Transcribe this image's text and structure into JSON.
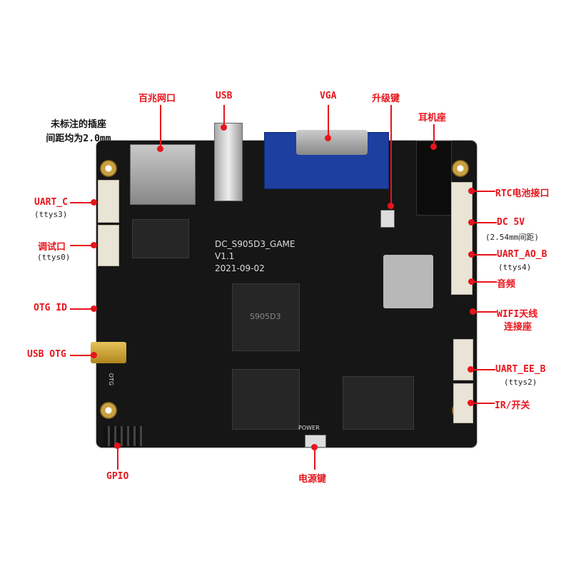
{
  "note": {
    "line1": "未标注的插座",
    "line2": "间距均为2.0mm"
  },
  "top_labels": {
    "ethernet": "百兆网口",
    "usb": "USB",
    "vga": "VGA",
    "upgrade_key": "升级键",
    "headphone": "耳机座"
  },
  "left_labels": {
    "uart_c": "UART_C",
    "uart_c_sub": "(ttys3)",
    "debug": "调试口",
    "debug_sub": "(ttys0)",
    "otg_id": "OTG ID",
    "usb_otg": "USB OTG"
  },
  "right_labels": {
    "rtc": "RTC电池接口",
    "dc5v": "DC 5V",
    "dc5v_sub": "(2.54mm间距)",
    "uart_ao_b": "UART_AO_B",
    "uart_ao_b_sub": "(ttys4)",
    "audio": "音频",
    "wifi1": "WIFI天线",
    "wifi2": "连接座",
    "uart_ee_b": "UART_EE_B",
    "uart_ee_b_sub": "(ttys2)",
    "ir": "IR/开关"
  },
  "bottom_labels": {
    "gpio": "GPIO",
    "power_key": "电源键"
  },
  "board": {
    "name": "DC_S905D3_GAME",
    "version": "V1.1",
    "date": "2021-09-02",
    "power_silk": "POWER",
    "otg_silk": "OTG",
    "soc": "S905D3"
  },
  "colors": {
    "accent": "#e8141b",
    "pcb": "#161616"
  }
}
